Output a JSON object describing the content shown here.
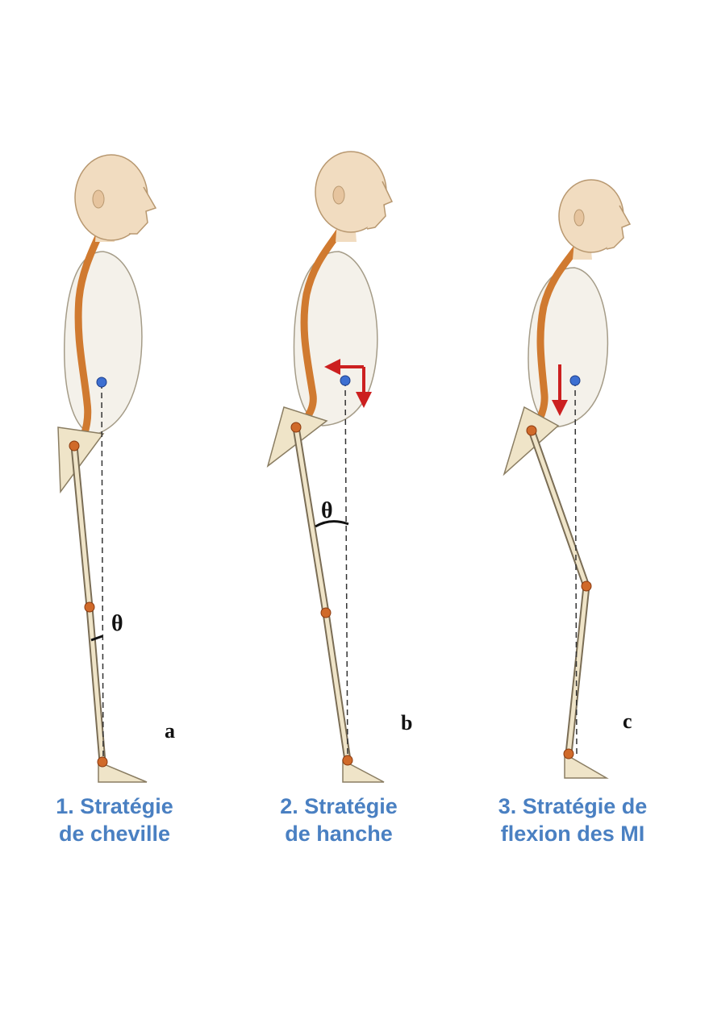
{
  "colors": {
    "caption": "#4a80c2",
    "spine": "#d07a30",
    "trunk_fill": "#f4f1ea",
    "skin": "#f1dcc0",
    "joint": "#d06a2a",
    "center_of_mass": "#3d6fd1",
    "arrow": "#cc2020",
    "segment_fill": "#efe4c8",
    "line": "#222222"
  },
  "panels": [
    {
      "letter": "a",
      "theta": "θ",
      "caption": {
        "line1": "1. Stratégie",
        "line2": "de cheville"
      }
    },
    {
      "letter": "b",
      "theta": "θ",
      "caption": {
        "line1": "2. Stratégie",
        "line2": "de hanche"
      }
    },
    {
      "letter": "c",
      "caption": {
        "line1": "3. Stratégie de",
        "line2": "flexion des MI"
      }
    }
  ]
}
